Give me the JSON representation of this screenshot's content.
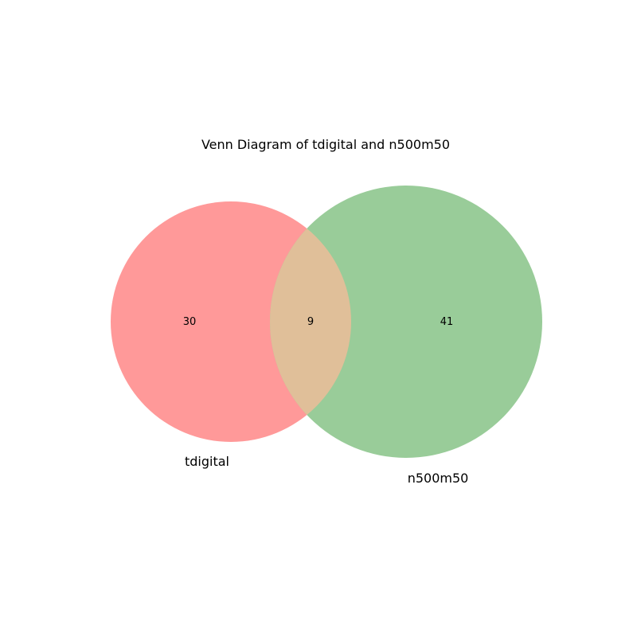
{
  "chart_data": {
    "type": "venn",
    "title": "Venn Diagram of tdigital and n500m50",
    "sets": [
      {
        "name": "tdigital",
        "color": "#ff9999",
        "only": 30
      },
      {
        "name": "n500m50",
        "color": "#99cc99",
        "only": 41
      }
    ],
    "intersection": {
      "value": 9,
      "color": "#e0bf99"
    }
  }
}
